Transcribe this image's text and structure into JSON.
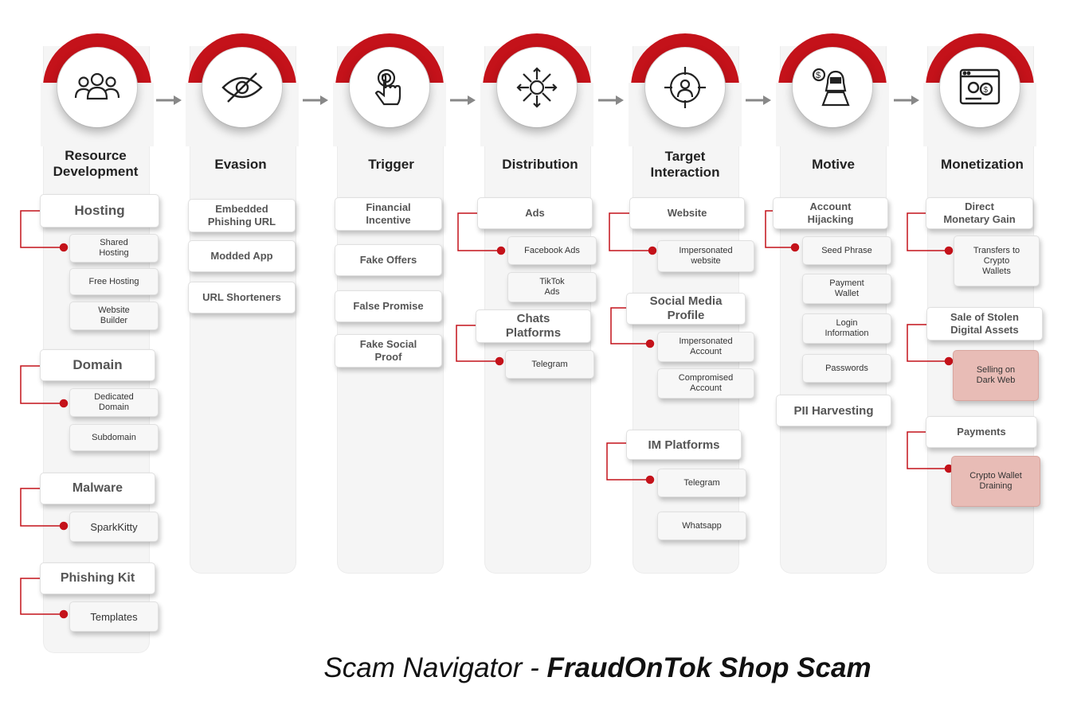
{
  "columns": [
    {
      "title": "Resource\nDevelopment",
      "icon": "people-group-icon"
    },
    {
      "title": "Evasion",
      "icon": "eye-slash-icon"
    },
    {
      "title": "Trigger",
      "icon": "hand-tap-icon"
    },
    {
      "title": "Distribution",
      "icon": "broadcast-arrows-icon"
    },
    {
      "title": "Target\nInteraction",
      "icon": "crosshair-person-icon"
    },
    {
      "title": "Motive",
      "icon": "hacker-money-icon"
    },
    {
      "title": "Monetization",
      "icon": "money-window-icon"
    }
  ],
  "resource": {
    "hosting": "Hosting",
    "shared_hosting": "Shared\nHosting",
    "free_hosting": "Free Hosting",
    "website_builder": "Website\nBuilder",
    "domain": "Domain",
    "dedicated_domain": "Dedicated\nDomain",
    "subdomain": "Subdomain",
    "malware": "Malware",
    "sparkkitty": "SparkKitty",
    "phishing_kit": "Phishing Kit",
    "templates": "Templates"
  },
  "evasion": {
    "embedded_url": "Embedded\nPhishing URL",
    "modded_app": "Modded App",
    "url_shorteners": "URL Shorteners"
  },
  "trigger": {
    "financial_incentive": "Financial\nIncentive",
    "fake_offers": "Fake Offers",
    "false_promise": "False Promise",
    "fake_social_proof": "Fake Social\nProof"
  },
  "distribution": {
    "ads": "Ads",
    "facebook_ads": "Facebook Ads",
    "tiktok_ads": "TikTok\nAds",
    "chats_platforms": "Chats\nPlatforms",
    "telegram": "Telegram"
  },
  "target": {
    "website": "Website",
    "impersonated_website": "Impersonated\nwebsite",
    "social_media_profile": "Social Media\nProfile",
    "impersonated_account": "Impersonated\nAccount",
    "compromised_account": "Compromised\nAccount",
    "im_platforms": "IM Platforms",
    "telegram": "Telegram",
    "whatsapp": "Whatsapp"
  },
  "motive": {
    "account_hijacking": "Account\nHijacking",
    "seed_phrase": "Seed Phrase",
    "payment_wallet": "Payment\nWallet",
    "login_information": "Login\nInformation",
    "passwords": "Passwords",
    "pii_harvesting": "PII Harvesting"
  },
  "monetization": {
    "direct_gain": "Direct\nMonetary Gain",
    "transfers_crypto": "Transfers to\nCrypto\nWallets",
    "sale_stolen": "Sale of Stolen\nDigital Assets",
    "selling_dark_web": "Selling on\nDark Web",
    "payments": "Payments",
    "crypto_draining": "Crypto Wallet\nDraining"
  },
  "footer": {
    "light": "Scam Navigator - ",
    "bold": "FraudOnTok Shop Scam"
  },
  "colors": {
    "accent": "#c4121a",
    "highlight": "#e8bcb6"
  }
}
